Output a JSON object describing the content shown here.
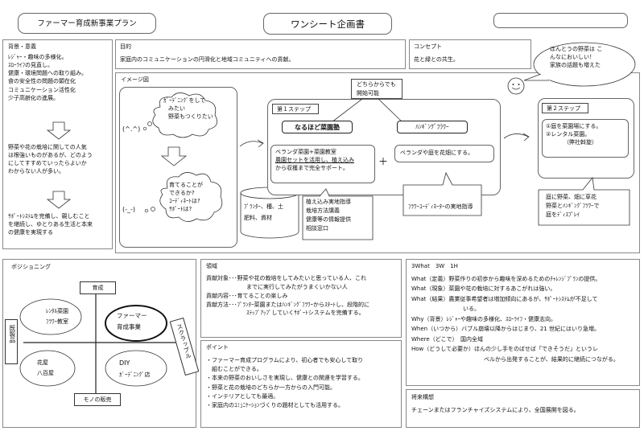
{
  "header": {
    "plan_title": "ファーマー育成新事業プラン",
    "doc_title": "ワンシート企画書",
    "right_box": ""
  },
  "background": {
    "title": "背景・意義",
    "lines": [
      "ﾚｼﾞｬｰ・趣味の多様化。",
      "ｽﾛｰﾗｲﾌの見直し。",
      "健康・環境問題への取り組み。",
      "食の安全性の問題の顕在化",
      "コミュニケーション活性化",
      "少子高齢化の進展。"
    ],
    "mid_text": [
      "野菜や花の栽培に関しての人気",
      "は根強いものがあるが、どのよう",
      "にしてすすめていったらよいか",
      "わからない人が多い。"
    ],
    "bottom_text": [
      "ｻﾎﾟｰﾄｼｽﾃﾑを完備し、親しむこと",
      "を継続し、ゆとりある生活と本来",
      "の健康を実現する"
    ]
  },
  "purpose": {
    "title": "目的",
    "text": "家庭内のコミュニケーションの円滑化と地域コミュニティへの貢献。"
  },
  "concept": {
    "title": "コンセプト",
    "text": "花と緑との共生。"
  },
  "speech_top_right": [
    "ほんとうの野菜は こ",
    "んなにおいしい！",
    "家族の話題も増えた"
  ],
  "image_diagram": {
    "title": "イメージ図",
    "face1": "(^.^)",
    "face2": "(-_-)",
    "thought1": [
      "ｶﾞｰﾃﾞﾆﾝｸﾞをして",
      "みたい",
      "野菜もつくりたい"
    ],
    "thought2": [
      "育てることが",
      "できるか?",
      "ｺｰﾃﾞｨﾈｰﾄは?",
      "ｻﾎﾟｰﾄは?"
    ],
    "cylinder": [
      "ﾌﾟﾗﾝﾀｰ、種、土",
      "肥料、資材"
    ],
    "callout_either": [
      "どちらからでも",
      "開始可能"
    ],
    "step1": {
      "label": "第１ステップ",
      "option_a": "なるほど菜園塾",
      "option_b": "ﾊﾝｷﾞﾝｸﾞﾌﾗﾜｰ",
      "text_a": [
        "ベランダ菜園+菜園教室",
        "農園セットを活用し、植え込み",
        "から収穫まで完全サポート。"
      ],
      "plus": "＋",
      "text_b": "ベランダや庭を花畑にする。",
      "callout_left": [
        "植え込み実地指導",
        "栽培方法講義",
        "健康等の情報提供",
        "相談窓口"
      ],
      "callout_right": "ﾌﾗﾜｰｺｰﾃﾞｨﾈｰﾀｰの実地指導"
    },
    "step2": {
      "label": "第２ステップ",
      "lines": [
        "①庭を菜園場にする。",
        "②レンタル菜園。",
        "（弊社斡旋）"
      ],
      "callout": [
        "庭に野菜、畑に草花",
        "野菜とﾊﾝｷﾞﾝｸﾞﾌﾗﾜｰで",
        "庭をﾃﾞｨｽﾌﾟﾚｲ"
      ]
    }
  },
  "positioning": {
    "title": "ポジショニング",
    "axis_top": "育成",
    "axis_bottom": "モノの販売",
    "axis_left": "既製品",
    "axis_right": "スクラップル",
    "q_tl": [
      "ﾚﾝﾀﾙ菜園",
      "ﾌﾗﾜｰ教室"
    ],
    "q_tr": [
      "ファーマー",
      "育成事業"
    ],
    "q_bl": [
      "花屋",
      "八百屋"
    ],
    "q_br": [
      "DIY",
      "ｶﾞｰﾃﾞﾆﾝｸﾞ店"
    ]
  },
  "domain": {
    "title": "領域",
    "lines": [
      "貢献対象･･･野菜や花の栽培をしてみたいと思っている人、これ",
      "までに実行してみたがうまくいかない人",
      "貢献内容･･･育てることの楽しみ",
      "貢献方法･･･ﾌﾟﾗﾝﾀｰ菜園またはﾊﾝｷﾞﾝｸﾞﾌﾗﾜｰからｽﾀｰﾄし、段階的に",
      "ｽﾃｯﾌﾟｱｯﾌﾟしていくｻﾎﾟｰﾄシステムを完備する。"
    ]
  },
  "points": {
    "title": "ポイント",
    "lines": [
      "・ファーマー育成プログラムにより、初心者でも安心して取り",
      "組むことができる。",
      "・本来の野菜のおいしさを実現し、健康との関連を学習する。",
      "・野菜と花の栽培のどちらか一方からの入門可能。",
      "・インテリアとしても最適。",
      "・家庭内のｺﾐｭﾆｹｰｼｮﾝづくりの題材としても活用する。"
    ]
  },
  "three_w": {
    "title": "3What　3W　1H",
    "lines": [
      "What（定義）野菜作りの初歩から趣味を深めるためのﾁｬﾚﾝｼﾞﾌﾟﾗﾝの提供。",
      "What（現象）菜園や花の栽培に対するあこがれは強い。",
      "What（結果）農業従事希望者は増加傾向にあるが、ｻﾎﾟｰﾄｼｽﾃﾑが不足して",
      "いる。",
      "Why（背景）ﾚｼﾞｬｰや趣味の多様化、ｽﾛｰﾗｲﾌ・健康志向。",
      "When（いつから）バブル崩壊以降からはじまり、21 世紀にはいり急増。",
      "Where（どこで）　国内全域",
      "How（どうして必要か）ほんの少し手をのばせば「できそうだ」というレ",
      "ベルから出発することが、結果的に継続につながる。"
    ]
  },
  "future": {
    "title": "将来構想",
    "text": "チェーンまたはフランチャイズシステムにより、全国展開を図る。"
  }
}
